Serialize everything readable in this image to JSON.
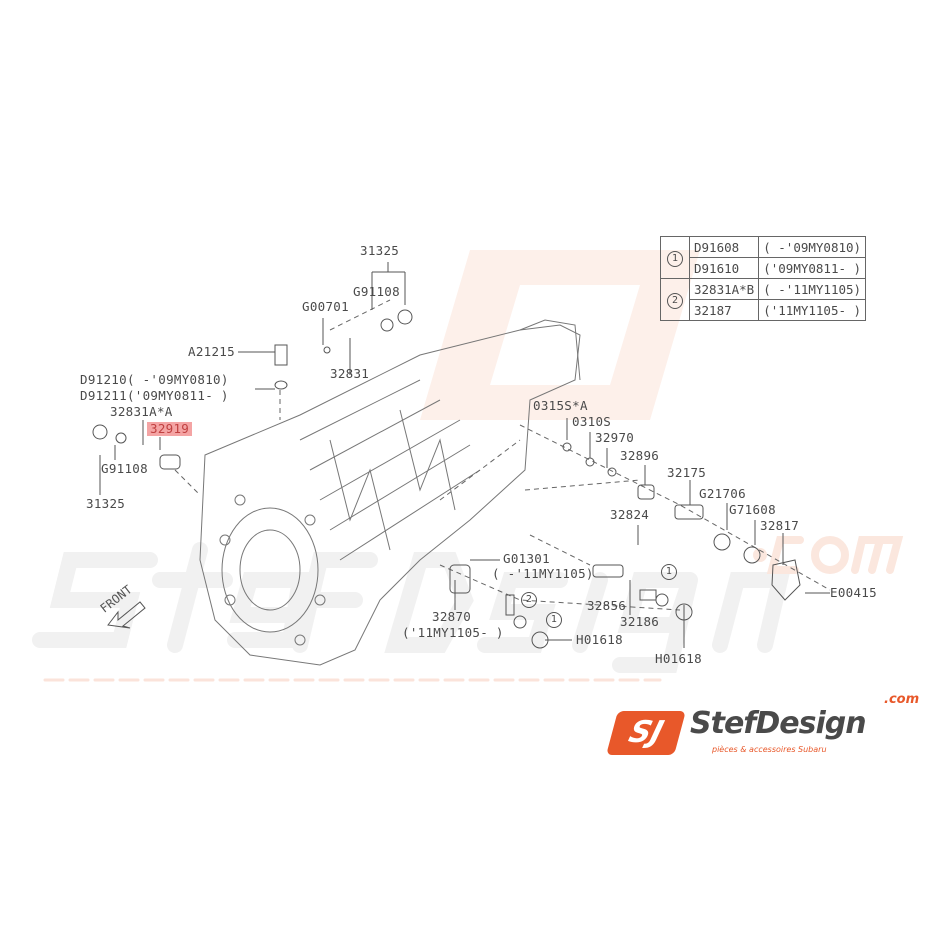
{
  "watermark": {
    "brand": "StefDesign",
    "tagline": "pièces & accessoires Subaru",
    "domain": ".com"
  },
  "labels": {
    "l31325_top": "31325",
    "g91108_top": "G91108",
    "g00701": "G00701",
    "a21215": "A21215",
    "d91210": "D91210( -'09MY0810)",
    "d91211": "D91211('09MY0811- )",
    "l32831a_a": "32831A*A",
    "l32919": "32919",
    "g91108_left": "G91108",
    "l31325_bottom": "31325",
    "l32831": "32831",
    "l0315s_a": "0315S*A",
    "l0310s": "0310S",
    "l32970": "32970",
    "l32896": "32896",
    "l32175": "32175",
    "g21706": "G21706",
    "g71608": "G71608",
    "l32817": "32817",
    "l32824": "32824",
    "g01301": "G01301",
    "g01301_note": "( -'11MY1105)",
    "l32870": "32870",
    "l32870_note": "('11MY1105- )",
    "l32856": "32856",
    "l32186": "32186",
    "h01618_a": "H01618",
    "h01618_b": "H01618",
    "e00415": "E00415",
    "front": "FRONT",
    "ref1": "1",
    "ref2": "2"
  },
  "ref_table": [
    {
      "ref": "1",
      "part": "D91608",
      "note": "( -'09MY0810)"
    },
    {
      "ref": "",
      "part": "D91610",
      "note": "('09MY0811- )"
    },
    {
      "ref": "2",
      "part": "32831A*B",
      "note": "( -'11MY1105)"
    },
    {
      "ref": "",
      "part": "32187",
      "note": "('11MY1105- )"
    }
  ],
  "logo": {
    "badge": "SJ",
    "name": "StefDesign",
    "com": ".com",
    "tagline": "pièces & accessoires Subaru"
  },
  "highlight_color": "#f4a4a4",
  "brand_color": "#e8582a"
}
